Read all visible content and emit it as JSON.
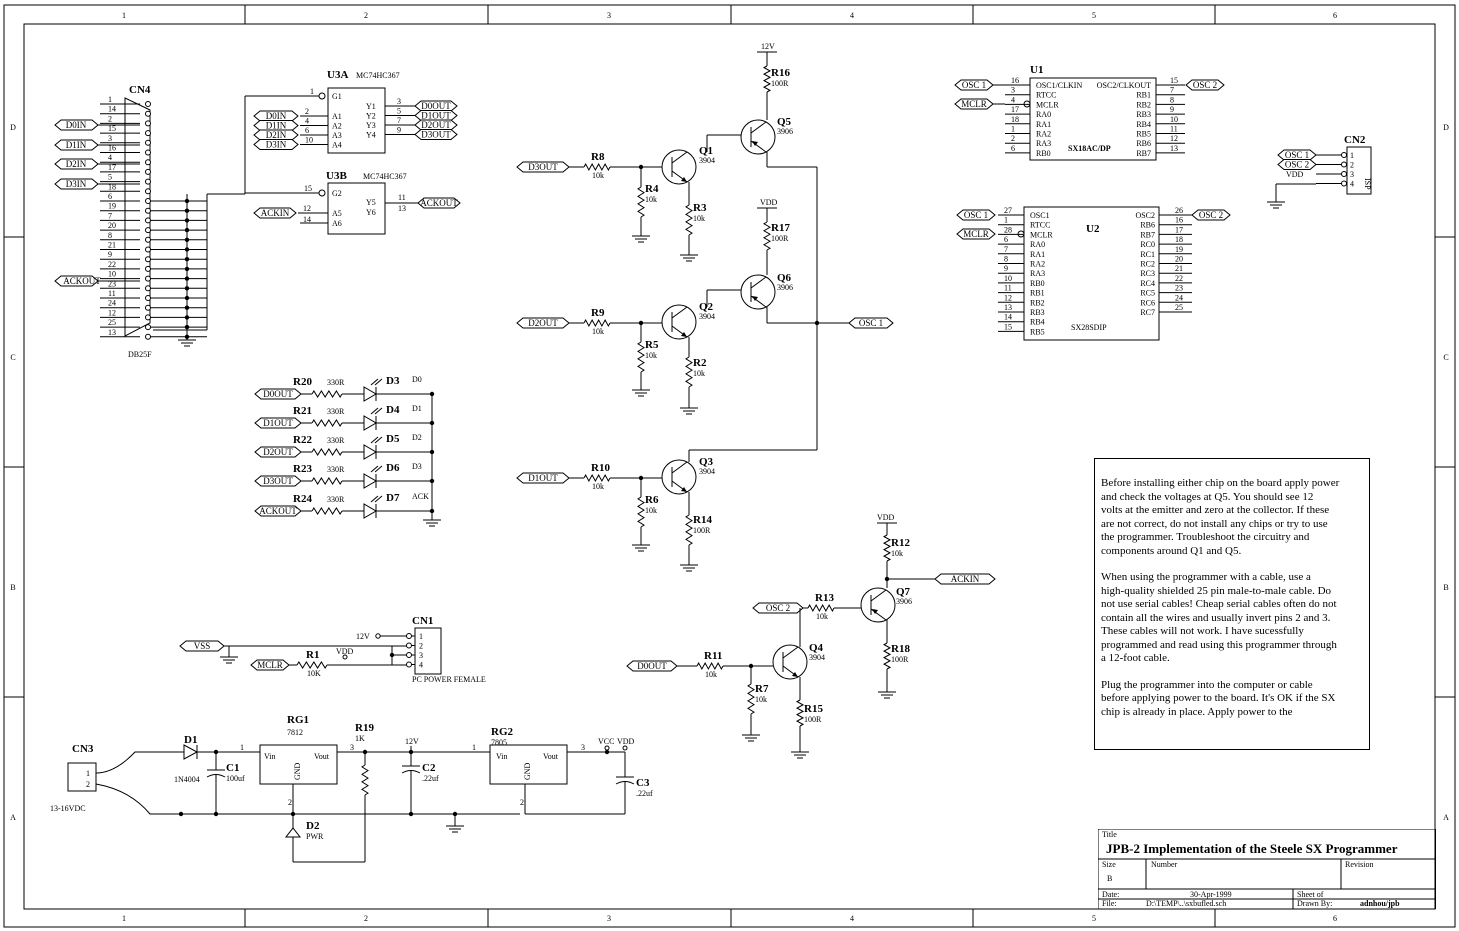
{
  "border": {
    "columns": [
      "1",
      "2",
      "3",
      "4",
      "5",
      "6"
    ],
    "rows": [
      "D",
      "C",
      "B",
      "A"
    ]
  },
  "components": {
    "cn4": {
      "ref": "CN4",
      "type": "DB25F",
      "pins": [
        "1",
        "14",
        "2",
        "15",
        "3",
        "16",
        "4",
        "17",
        "5",
        "18",
        "6",
        "19",
        "7",
        "20",
        "8",
        "21",
        "9",
        "22",
        "10",
        "23",
        "11",
        "24",
        "12",
        "25",
        "13"
      ]
    },
    "u3a": {
      "ref": "U3A",
      "part": "MC74HC367",
      "g": "G1",
      "inputs": [
        "A1",
        "A2",
        "A3",
        "A4"
      ],
      "outputs": [
        "Y1",
        "Y2",
        "Y3",
        "Y4"
      ],
      "in_pins": [
        "2",
        "4",
        "6",
        "10"
      ],
      "out_pins": [
        "3",
        "5",
        "7",
        "9"
      ],
      "g_pin": "1"
    },
    "u3b": {
      "ref": "U3B",
      "part": "MC74HC367",
      "g": "G2",
      "inputs": [
        "A5",
        "A6"
      ],
      "outputs": [
        "Y5",
        "Y6"
      ],
      "in_pins": [
        "12",
        "14"
      ],
      "out_pins": [
        "11",
        "13"
      ],
      "g_pin": "15"
    },
    "u1": {
      "ref": "U1",
      "part": "SX18AC/DP",
      "left": [
        [
          "16",
          "OSC1/CLKIN"
        ],
        [
          "3",
          "RTCC"
        ],
        [
          "4",
          "MCLR"
        ],
        [
          "17",
          "RA0"
        ],
        [
          "18",
          "RA1"
        ],
        [
          "1",
          "RA2"
        ],
        [
          "2",
          "RA3"
        ],
        [
          "6",
          "RB0"
        ]
      ],
      "right": [
        [
          "OSC2/CLKOUT",
          "15"
        ],
        [
          "RB1",
          "7"
        ],
        [
          "RB2",
          "8"
        ],
        [
          "RB3",
          "9"
        ],
        [
          "RB4",
          "10"
        ],
        [
          "RB5",
          "11"
        ],
        [
          "RB6",
          "12"
        ],
        [
          "RB7",
          "13"
        ]
      ]
    },
    "u2": {
      "ref": "U2",
      "part": "SX28SDIP",
      "left": [
        [
          "27",
          "OSC1"
        ],
        [
          "1",
          "RTCC"
        ],
        [
          "28",
          "MCLR"
        ],
        [
          "6",
          "RA0"
        ],
        [
          "7",
          "RA1"
        ],
        [
          "8",
          "RA2"
        ],
        [
          "9",
          "RA3"
        ],
        [
          "10",
          "RB0"
        ],
        [
          "11",
          "RB1"
        ],
        [
          "12",
          "RB2"
        ],
        [
          "13",
          "RB3"
        ],
        [
          "14",
          "RB4"
        ],
        [
          "15",
          "RB5"
        ]
      ],
      "right": [
        [
          "OSC2",
          "26"
        ],
        [
          "RB6",
          "16"
        ],
        [
          "RB7",
          "17"
        ],
        [
          "RC0",
          "18"
        ],
        [
          "RC1",
          "19"
        ],
        [
          "RC2",
          "20"
        ],
        [
          "RC3",
          "21"
        ],
        [
          "RC4",
          "22"
        ],
        [
          "RC5",
          "23"
        ],
        [
          "RC6",
          "24"
        ],
        [
          "RC7",
          "25"
        ]
      ]
    },
    "cn2": {
      "ref": "CN2",
      "part": "ISP",
      "pins": [
        "1",
        "2",
        "3",
        "4"
      ]
    },
    "cn1": {
      "ref": "CN1",
      "part": "PC POWER FEMALE",
      "pins": [
        "1",
        "2",
        "3",
        "4"
      ]
    },
    "cn3": {
      "ref": "CN3",
      "part": "13-16VDC",
      "pins": [
        "1",
        "2"
      ]
    },
    "rg1": {
      "ref": "RG1",
      "part": "7812",
      "vin": "Vin",
      "vout": "Vout",
      "gnd": "GND",
      "pin_in": "1",
      "pin_out": "3",
      "pin_gnd": "2"
    },
    "rg2": {
      "ref": "RG2",
      "part": "7805",
      "vin": "Vin",
      "vout": "Vout",
      "gnd": "GND",
      "pin_in": "1",
      "pin_out": "3",
      "pin_gnd": "2"
    }
  },
  "transistors": [
    {
      "ref": "Q1",
      "part": "3904"
    },
    {
      "ref": "Q2",
      "part": "3904"
    },
    {
      "ref": "Q3",
      "part": "3904"
    },
    {
      "ref": "Q4",
      "part": "3904"
    },
    {
      "ref": "Q5",
      "part": "3906"
    },
    {
      "ref": "Q6",
      "part": "3906"
    },
    {
      "ref": "Q7",
      "part": "3906"
    }
  ],
  "resistors": {
    "R1": "10K",
    "R2": "10k",
    "R3": "10k",
    "R4": "10k",
    "R5": "10k",
    "R6": "10k",
    "R7": "10k",
    "R8": "10k",
    "R9": "10k",
    "R10": "10k",
    "R11": "10k",
    "R12": "10k",
    "R13": "10k",
    "R14": "100R",
    "R15": "100R",
    "R16": "100R",
    "R17": "100R",
    "R18": "100R",
    "R19": "1K",
    "R20": "330R",
    "R21": "330R",
    "R22": "330R",
    "R23": "330R",
    "R24": "330R"
  },
  "caps": {
    "C1": "100uf",
    "C2": ".22uf",
    "C3": ".22uf"
  },
  "diodes": {
    "D1": "1N4004",
    "D2": "PWR"
  },
  "leds": [
    {
      "ref": "D3",
      "r": "R20",
      "net": "D0OUT",
      "label": "D0"
    },
    {
      "ref": "D4",
      "r": "R21",
      "net": "D1OUT",
      "label": "D1"
    },
    {
      "ref": "D5",
      "r": "R22",
      "net": "D2OUT",
      "label": "D2"
    },
    {
      "ref": "D6",
      "r": "R23",
      "net": "D3OUT",
      "label": "D3"
    },
    {
      "ref": "D7",
      "r": "R24",
      "net": "ACKOUT",
      "label": "ACK"
    }
  ],
  "nets": {
    "d0in": "D0IN",
    "d1in": "D1IN",
    "d2in": "D2IN",
    "d3in": "D3IN",
    "ackout": "ACKOUT",
    "ackin": "ACKIN",
    "d0out": "D0OUT",
    "d1out": "D1OUT",
    "d2out": "D2OUT",
    "d3out": "D3OUT",
    "osc1": "OSC 1",
    "osc2": "OSC 2",
    "mclr": "MCLR",
    "vdd": "VDD",
    "vss": "VSS",
    "vcc": "VCC",
    "v12": "12V"
  },
  "note": {
    "p1": "Before installing either chip on the board apply power\nand check the voltages at Q5.  You should see 12\nvolts at the emitter and zero at the collector.  If these\nare not correct, do not install any chips or try to use\nthe programmer.  Troubleshoot the circuitry and\ncomponents around Q1 and Q5.",
    "p2": "When using the programmer with a cable, use a\nhigh-quality shielded 25 pin male-to-male cable.  Do\nnot use serial cables!  Cheap serial cables often do not\ncontain all the wires and usually invert pins 2 and 3.\nThese cables will not work.  I have sucessfully\nprogrammed and read using this programmer through\na 12-foot cable.",
    "p3": "Plug the programmer into the computer or cable\nbefore applying power to the board.  It's OK if the SX\nchip is already in place.  Apply power to the"
  },
  "title_block": {
    "title_label": "Title",
    "title": "JPB-2 Implementation of the Steele SX Programmer",
    "size_label": "Size",
    "size": "B",
    "number_label": "Number",
    "revision_label": "Revision",
    "date_label": "Date:",
    "date": "30-Apr-1999",
    "sheet_label": "Sheet    of",
    "file_label": "File:",
    "file": "D:\\TEMP\\..\\sxbufled.sch",
    "drawn_label": "Drawn By:",
    "drawn": "adnhou/jpb"
  }
}
